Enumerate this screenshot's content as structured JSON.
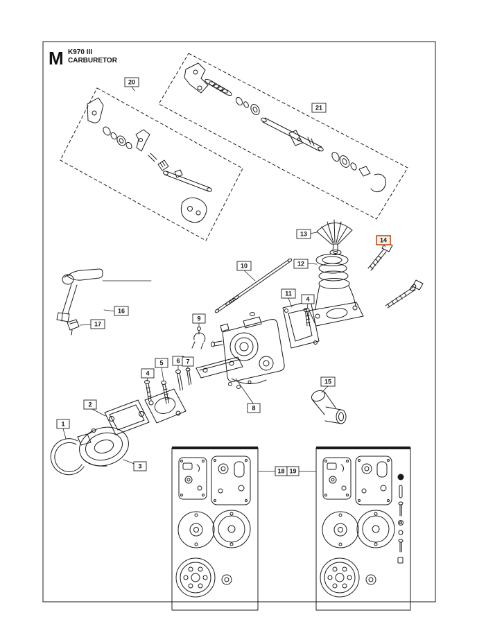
{
  "header": {
    "section_letter": "M",
    "model": "K970 III",
    "title": "CARBURETOR"
  },
  "colors": {
    "line": "#1a1a1a",
    "highlight": "#c2571f",
    "background": "#ffffff"
  },
  "callouts": {
    "c1": "1",
    "c2": "2",
    "c3": "3",
    "c4": "4",
    "c5": "5",
    "c6": "6",
    "c7": "7",
    "c8": "8",
    "c9": "9",
    "c10": "10",
    "c11": "11",
    "c12": "12",
    "c13": "13",
    "c14": "14",
    "c15": "15",
    "c16": "16",
    "c17": "17",
    "c18": "18",
    "c19": "19",
    "c20": "20",
    "c21": "21"
  },
  "highlighted_callout": "14"
}
